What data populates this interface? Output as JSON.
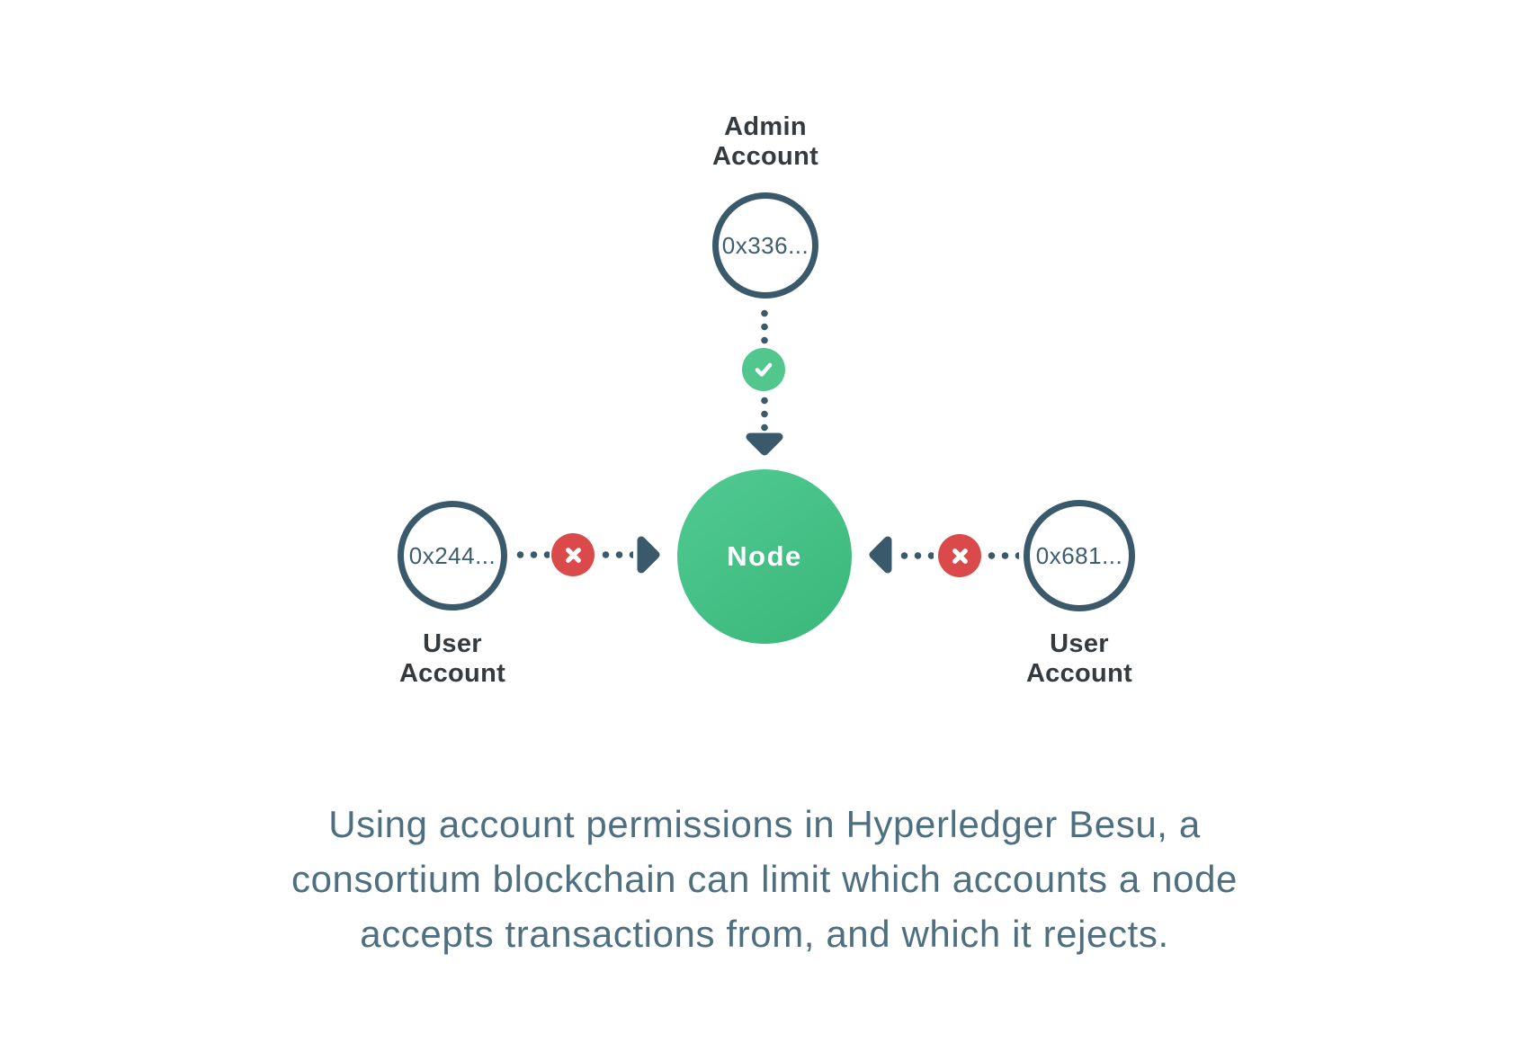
{
  "page": {
    "background": "#ffffff"
  },
  "colors": {
    "slate_stroke": "#3a5a6b",
    "label_text": "#343a3e",
    "address_text": "#3e5d6f",
    "caption_text": "#4e6f80",
    "node_green_start": "#50ca92",
    "node_green_end": "#3bb77a",
    "check_green": "#51c78d",
    "reject_red": "#da4a4a"
  },
  "nodes": {
    "admin": {
      "label": "Admin\nAccount",
      "address": "0x336..."
    },
    "center": {
      "label": "Node"
    },
    "user_left": {
      "label": "User\nAccount",
      "address": "0x244..."
    },
    "user_right": {
      "label": "User\nAccount",
      "address": "0x681..."
    }
  },
  "connections": {
    "admin_to_node": {
      "icon": "check-icon"
    },
    "left_user_to_node": {
      "icon": "x-icon"
    },
    "right_user_to_node": {
      "icon": "x-icon"
    }
  },
  "caption": "Using account permissions in Hyperledger Besu, a\nconsortium blockchain can limit which accounts a node\naccepts transactions from, and which it rejects."
}
